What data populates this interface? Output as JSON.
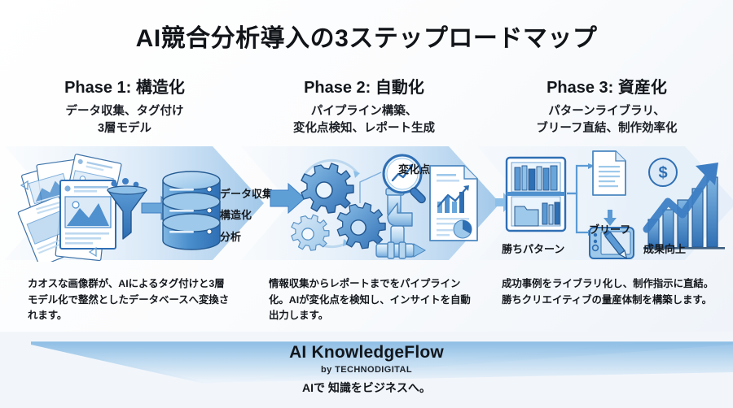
{
  "title": "AI競合分析導入の3ステップロードマップ",
  "colors": {
    "background": "#fbfcfd",
    "accent_blue": "#3d7ec4",
    "light_blue": "#a9cdea",
    "deep_blue": "#2a6cb4",
    "text": "#13171c"
  },
  "phases": [
    {
      "heading": "Phase 1: 構造化",
      "subtitle_line1": "データ収集、タグ付け",
      "subtitle_line2": "3層モデル",
      "description": "カオスな画像群が、AIによるタグ付けと3層モデル化で整然としたデータベースへ変換されます。",
      "illustration": {
        "name": "chaotic-images-funnel-database",
        "labels": [
          "データ収集",
          "構造化",
          "分析"
        ]
      }
    },
    {
      "heading": "Phase 2: 自動化",
      "subtitle_line1": "パイプライン構築、",
      "subtitle_line2": "変化点検知、レポート生成",
      "description": "情報収集からレポートまでをパイプライン化。AIが変化点を検知し、インサイトを自動出力します。",
      "illustration": {
        "name": "gears-pipeline-magnifier-report",
        "labels": [
          "変化点"
        ]
      }
    },
    {
      "heading": "Phase 3: 資産化",
      "subtitle_line1": "パターンライブラリ、",
      "subtitle_line2": "ブリーフ直結、制作効率化",
      "description": "成功事例をライブラリ化し、制作指示に直結。勝ちクリエイティブの量産体制を構築します。",
      "illustration": {
        "name": "bookshelf-brief-tablet-growth-chart",
        "labels": [
          "勝ちパターン",
          "ブリーフ",
          "成果向上"
        ]
      }
    }
  ],
  "footer": {
    "brand": "AI KnowledgeFlow",
    "by": "by TECHNODIGITAL",
    "tagline": "AIで 知識をビジネスへ。"
  }
}
